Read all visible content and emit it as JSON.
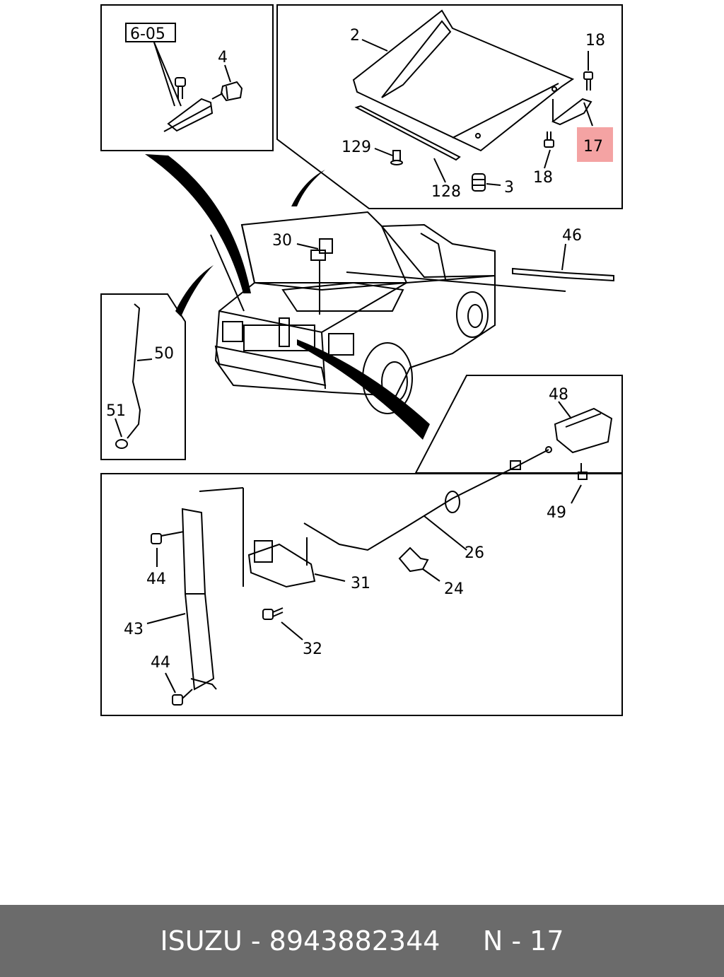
{
  "diagram": {
    "callouts": {
      "ref": "6-05",
      "c2": "2",
      "c3": "3",
      "c4": "4",
      "c17": "17",
      "c18a": "18",
      "c18b": "18",
      "c24": "24",
      "c26": "26",
      "c30": "30",
      "c31": "31",
      "c32": "32",
      "c43": "43",
      "c44a": "44",
      "c44b": "44",
      "c46": "46",
      "c48": "48",
      "c49": "49",
      "c50": "50",
      "c51": "51",
      "c128": "128",
      "c129": "129"
    },
    "highlight_color": "#f4a3a3"
  },
  "footer": {
    "brand": "ISUZU",
    "separator": " - ",
    "part_number": "8943882344",
    "page_ref": "N - 17"
  }
}
